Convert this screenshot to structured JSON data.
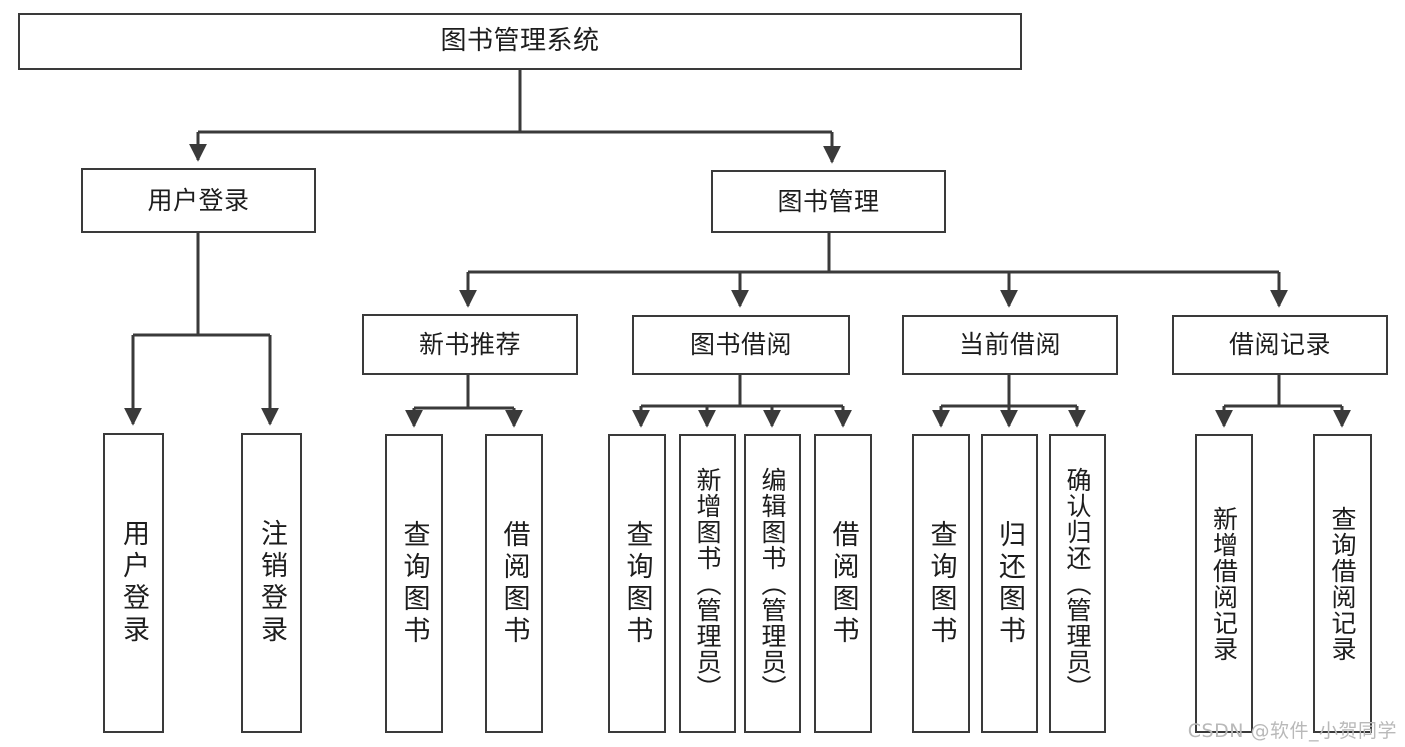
{
  "diagram": {
    "type": "hierarchy-tree",
    "title_node": {
      "id": "root",
      "label": "图书管理系统"
    },
    "level2": [
      {
        "id": "user-login",
        "label": "用户登录"
      },
      {
        "id": "book-management",
        "label": "图书管理"
      }
    ],
    "level3": [
      {
        "id": "new-book-recommend",
        "label": "新书推荐",
        "parent": "book-management"
      },
      {
        "id": "book-borrow",
        "label": "图书借阅",
        "parent": "book-management"
      },
      {
        "id": "current-borrow",
        "label": "当前借阅",
        "parent": "book-management"
      },
      {
        "id": "borrow-record",
        "label": "借阅记录",
        "parent": "book-management"
      }
    ],
    "leaves": [
      {
        "id": "leaf-user-login",
        "label": "用户登录",
        "parent": "user-login"
      },
      {
        "id": "leaf-logout-login",
        "label": "注销登录",
        "parent": "user-login"
      },
      {
        "id": "leaf-query-book-1",
        "label": "查询图书",
        "parent": "new-book-recommend"
      },
      {
        "id": "leaf-borrow-book-1",
        "label": "借阅图书",
        "parent": "new-book-recommend"
      },
      {
        "id": "leaf-query-book-2",
        "label": "查询图书",
        "parent": "book-borrow"
      },
      {
        "id": "leaf-add-book-admin",
        "label": "新增图书（管理员）",
        "parent": "book-borrow"
      },
      {
        "id": "leaf-edit-book-admin",
        "label": "编辑图书（管理员）",
        "parent": "book-borrow"
      },
      {
        "id": "leaf-borrow-book-2",
        "label": "借阅图书",
        "parent": "book-borrow"
      },
      {
        "id": "leaf-query-book-3",
        "label": "查询图书",
        "parent": "current-borrow"
      },
      {
        "id": "leaf-return-book",
        "label": "归还图书",
        "parent": "current-borrow"
      },
      {
        "id": "leaf-confirm-return-admin",
        "label": "确认归还（管理员）",
        "parent": "current-borrow"
      },
      {
        "id": "leaf-add-borrow-record",
        "label": "新增借阅记录",
        "parent": "borrow-record"
      },
      {
        "id": "leaf-query-borrow-record",
        "label": "查询借阅记录",
        "parent": "borrow-record"
      }
    ],
    "colors": {
      "stroke": "#3a3a3a",
      "fill": "#ffffff",
      "text": "#1d1d1d",
      "watermark": "#b9b9b9"
    }
  },
  "watermark": {
    "text": "CSDN @软件_小贺同学"
  }
}
